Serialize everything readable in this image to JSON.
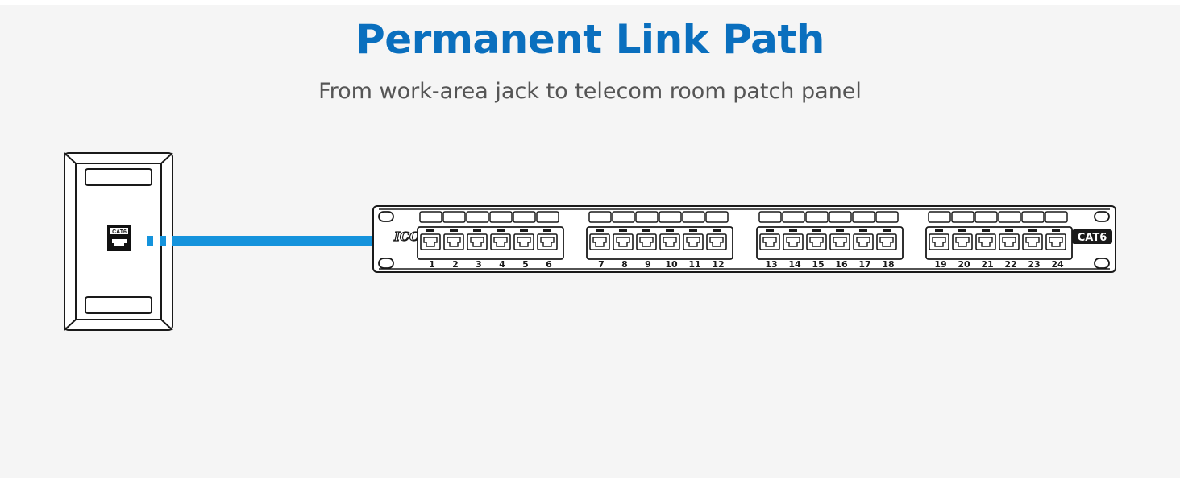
{
  "header": {
    "title": "Permanent Link Path",
    "subtitle": "From work-area jack to telecom room patch panel"
  },
  "wall_plate": {
    "keystone_label": "CAT6"
  },
  "link_cable": {
    "color": "#1593dc"
  },
  "patch_panel": {
    "logo_text": "ICC",
    "badge_text": "CAT6",
    "port_numbers": [
      "1",
      "2",
      "3",
      "4",
      "5",
      "6",
      "7",
      "8",
      "9",
      "10",
      "11",
      "12",
      "13",
      "14",
      "15",
      "16",
      "17",
      "18",
      "19",
      "20",
      "21",
      "22",
      "23",
      "24"
    ]
  },
  "colors": {
    "title": "#0a6fbe",
    "subtitle": "#555555",
    "line_art": "#1a1a1a",
    "background": "#f5f5f5"
  }
}
